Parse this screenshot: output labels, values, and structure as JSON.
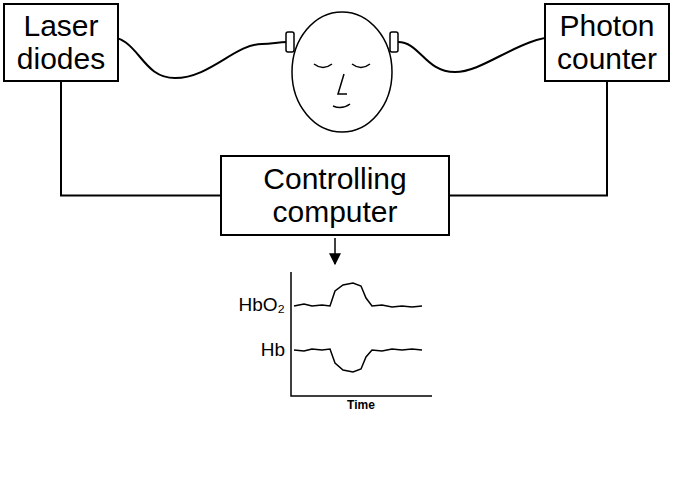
{
  "diagram": {
    "nodes": [
      {
        "text": [
          "Laser diodes"
        ]
      },
      {
        "text": [
          "Photon counter"
        ]
      },
      {
        "text": [
          "Controlling computer"
        ]
      }
    ],
    "edges": [
      {
        "from": 0,
        "to": 2,
        "arrow": "none"
      },
      {
        "from": 1,
        "to": 2,
        "arrow": "none"
      }
    ],
    "labels": [
      "HbO₂",
      "Hb",
      "Time"
    ]
  }
}
